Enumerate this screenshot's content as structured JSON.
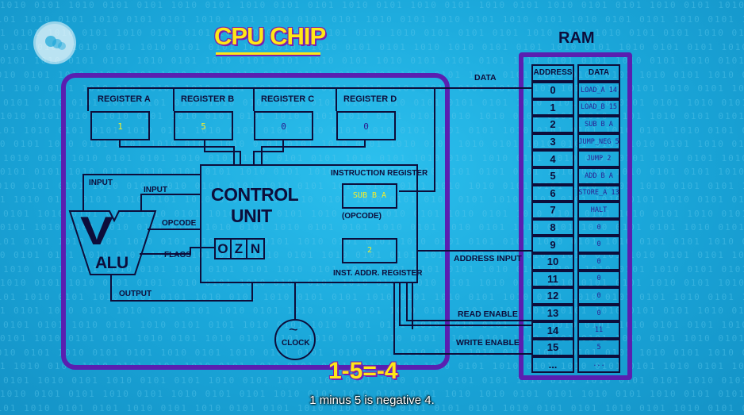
{
  "title": "CPU CHIP",
  "ram": {
    "title": "RAM",
    "header_address": "ADDRESS",
    "header_data": "DATA",
    "rows": [
      {
        "address": "0",
        "data": "LOAD_A 14",
        "highlight": false
      },
      {
        "address": "1",
        "data": "LOAD_B 15",
        "highlight": false
      },
      {
        "address": "2",
        "data": "SUB B A",
        "highlight": true
      },
      {
        "address": "3",
        "data": "JUMP_NEG 5",
        "highlight": false
      },
      {
        "address": "4",
        "data": "JUMP 2",
        "highlight": false
      },
      {
        "address": "5",
        "data": "ADD B A",
        "highlight": false
      },
      {
        "address": "6",
        "data": "STORE_A 13",
        "highlight": false
      },
      {
        "address": "7",
        "data": "HALT",
        "highlight": false
      },
      {
        "address": "8",
        "data": "0",
        "highlight": false
      },
      {
        "address": "9",
        "data": "0",
        "highlight": false
      },
      {
        "address": "10",
        "data": "0",
        "highlight": false
      },
      {
        "address": "11",
        "data": "0",
        "highlight": false
      },
      {
        "address": "12",
        "data": "0",
        "highlight": false
      },
      {
        "address": "13",
        "data": "0",
        "highlight": false
      },
      {
        "address": "14",
        "data": "11",
        "highlight": false
      },
      {
        "address": "15",
        "data": "5",
        "highlight": false
      },
      {
        "address": "...",
        "data": "...",
        "highlight": false
      }
    ]
  },
  "registers": [
    {
      "label": "REGISTER A",
      "value": "1",
      "highlight": true
    },
    {
      "label": "REGISTER B",
      "value": "5",
      "highlight": true
    },
    {
      "label": "REGISTER C",
      "value": "0",
      "highlight": false
    },
    {
      "label": "REGISTER D",
      "value": "0",
      "highlight": false
    }
  ],
  "control_unit": {
    "title_line1": "CONTROL",
    "title_line2": "UNIT",
    "instruction_register_label": "INSTRUCTION REGISTER",
    "instruction_register_value": "SUB B A",
    "opcode_label": "(OPCODE)",
    "inst_addr_value": "2",
    "inst_addr_label": "INST. ADDR. REGISTER",
    "flags": [
      "O",
      "Z",
      "N"
    ]
  },
  "alu": {
    "label": "ALU",
    "input_left": "INPUT",
    "input_right": "INPUT",
    "opcode": "OPCODE",
    "flags": "FLAGS",
    "output": "OUTPUT"
  },
  "clock": {
    "label": "CLOCK",
    "symbol": "~"
  },
  "bus_labels": {
    "data": "DATA",
    "address_input": "ADDRESS INPUT",
    "read_enable": "READ ENABLE",
    "write_enable": "WRITE ENABLE"
  },
  "equation": "1-5=-4",
  "caption": "1 minus 5 is negative 4.",
  "colors": {
    "background": "#1aa6d9",
    "frame": "#5a1fb0",
    "line": "#0d0d3a",
    "highlight": "#f5ee2a",
    "title": "#ffe816"
  }
}
